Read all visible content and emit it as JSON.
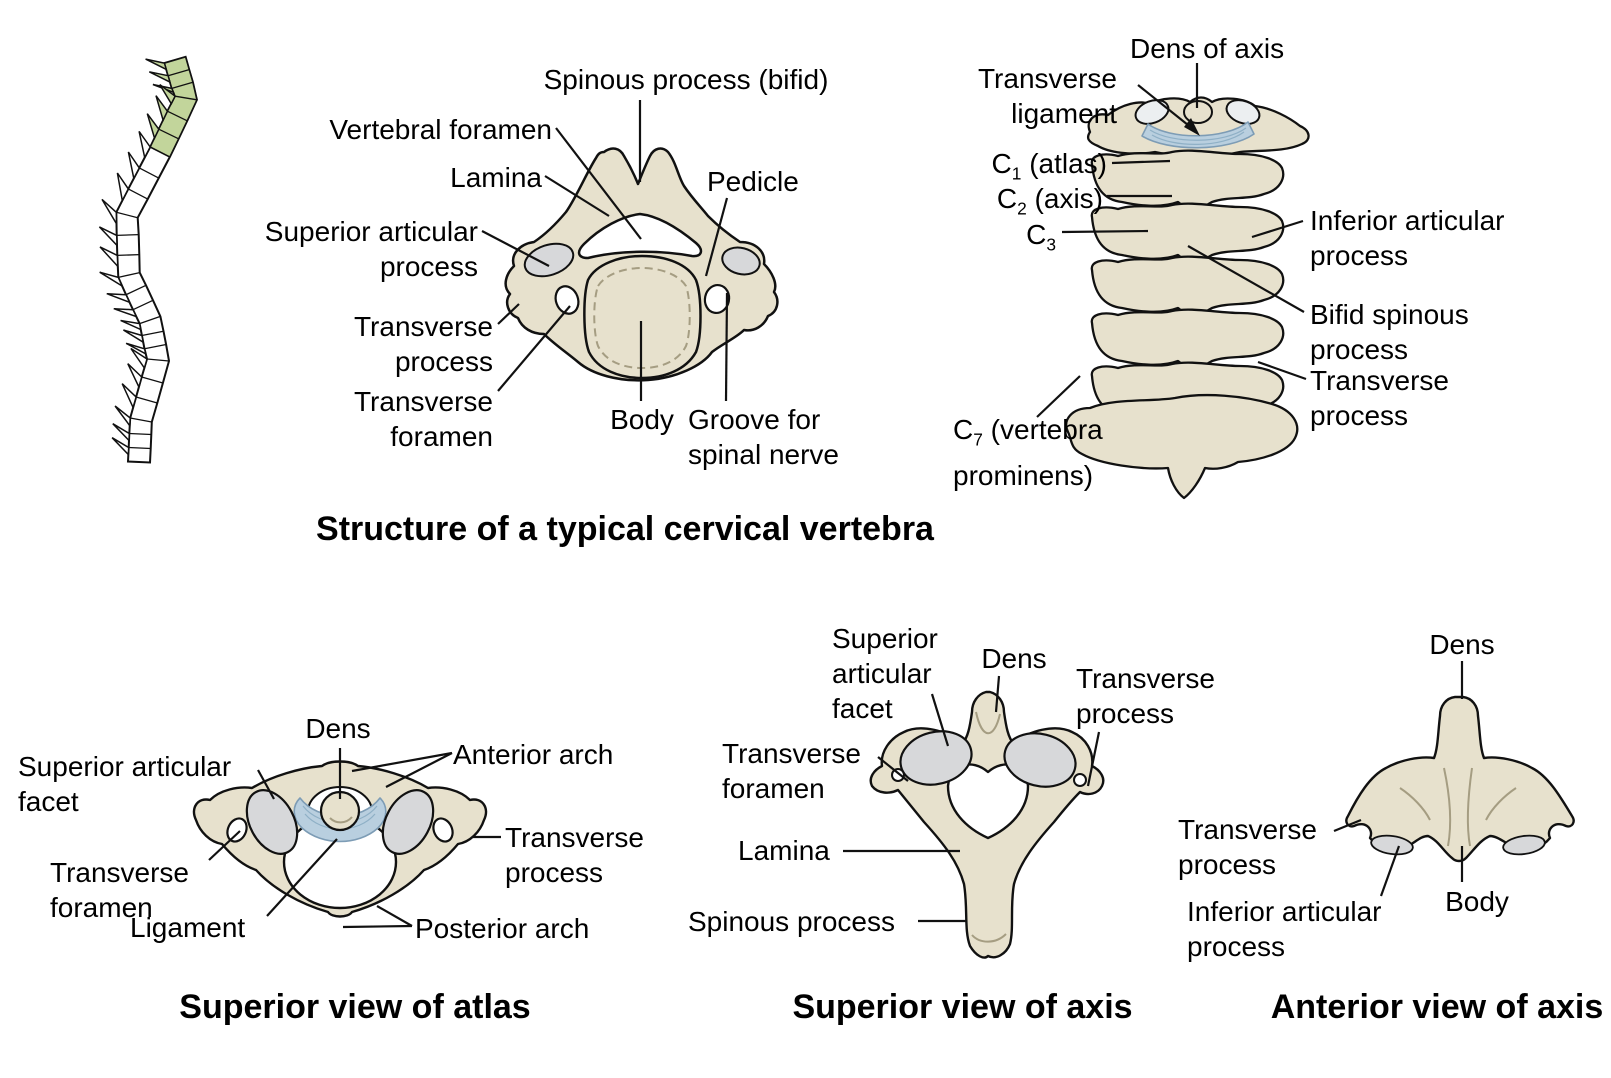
{
  "title": "Structure of a typical cervical vertebra",
  "colors": {
    "background": "#ffffff",
    "bone": "#e7e1cd",
    "bone_shade": "#cdc6ae",
    "outline": "#111111",
    "facet_gray": "#d7d8da",
    "ligament_blue": "#b9cfdf",
    "cervical_green": "#c2d59b"
  },
  "typical_vertebra": {
    "labels": {
      "spinous_process_bifid": "Spinous process (bifid)",
      "vertebral_foramen": "Vertebral foramen",
      "lamina": "Lamina",
      "pedicle": "Pedicle",
      "superior_articular_process": "Superior articular process",
      "transverse_process": "Transverse process",
      "transverse_foramen": "Transverse foramen",
      "body": "Body",
      "groove_for_spinal_nerve": "Groove for spinal nerve"
    }
  },
  "cervical_column": {
    "labels": {
      "dens_of_axis": "Dens of axis",
      "transverse_ligament": "Transverse ligament",
      "c1": {
        "pre": "C",
        "sub": "1",
        "post": " (atlas)"
      },
      "c2": {
        "pre": "C",
        "sub": "2",
        "post": " (axis)"
      },
      "c3": {
        "pre": "C",
        "sub": "3",
        "post": ""
      },
      "c7": {
        "pre": "C",
        "sub": "7",
        "post": " (vertebra prominens)"
      },
      "inferior_articular_process": "Inferior articular process",
      "bifid_spinous_process": "Bifid spinous process",
      "transverse_process": "Transverse process"
    }
  },
  "atlas_superior": {
    "caption": "Superior view of atlas",
    "labels": {
      "dens": "Dens",
      "anterior_arch": "Anterior arch",
      "superior_articular_facet": "Superior articular facet",
      "transverse_foramen": "Transverse foramen",
      "ligament": "Ligament",
      "posterior_arch": "Posterior arch",
      "transverse_process": "Transverse process"
    }
  },
  "axis_superior": {
    "caption": "Superior view of axis",
    "labels": {
      "superior_articular_facet": "Superior articular facet",
      "dens": "Dens",
      "transverse_process": "Transverse process",
      "transverse_foramen": "Transverse foramen",
      "lamina": "Lamina",
      "spinous_process": "Spinous process"
    }
  },
  "axis_anterior": {
    "caption": "Anterior view of axis",
    "labels": {
      "dens": "Dens",
      "transverse_process": "Transverse process",
      "inferior_articular_process": "Inferior articular process",
      "body": "Body"
    }
  }
}
